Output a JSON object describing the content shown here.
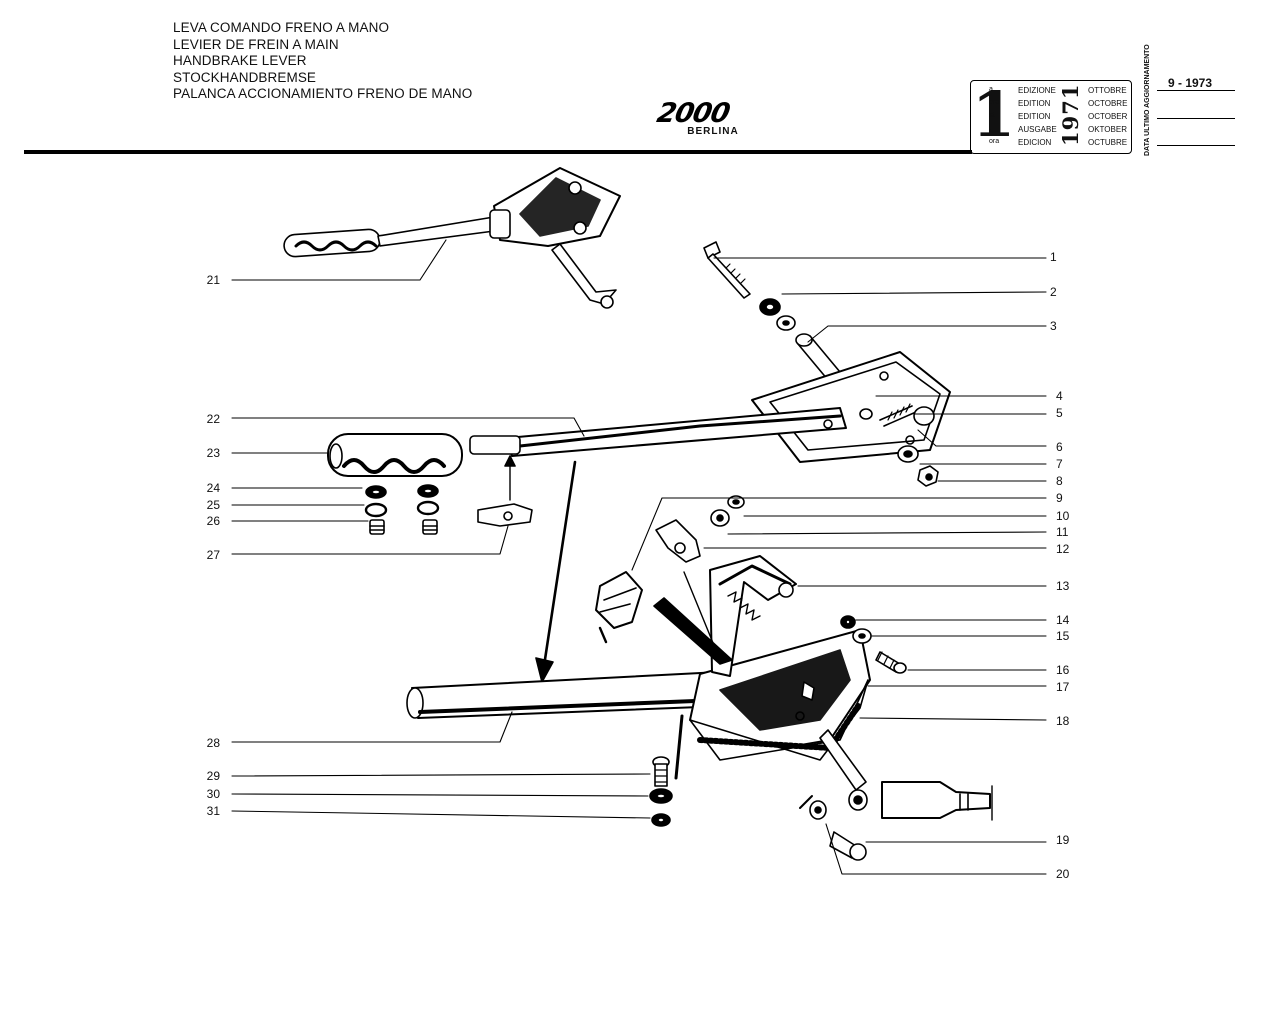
{
  "title_lines": [
    "LEVA COMANDO FRENO A MANO",
    "LEVIER DE FREIN A MAIN",
    "HANDBRAKE LEVER",
    "STOCKHANDBREMSE",
    "PALANCA ACCIONAMIENTO FRENO DE MANO"
  ],
  "model": {
    "logo": "2000",
    "subtitle": "BERLINA"
  },
  "edition": {
    "number": "1",
    "ordinals": [
      "a",
      "ere",
      "st",
      ".",
      "ora"
    ],
    "labels": [
      "EDIZIONE",
      "EDITION",
      "EDITION",
      "AUSGABE",
      "EDICION"
    ],
    "months": [
      "OTTOBRE",
      "OCTOBRE",
      "OCTOBER",
      "OKTOBER",
      "OCTUBRE"
    ],
    "year": "1971",
    "update_label": "DATA ULTIMO AGGIORNAMENTO",
    "update_date": "9 - 1973"
  },
  "part_numbers_right": [
    "1",
    "2",
    "3",
    "4",
    "5",
    "6",
    "7",
    "8",
    "9",
    "10",
    "11",
    "12",
    "13",
    "14",
    "15",
    "16",
    "17",
    "18",
    "19",
    "20"
  ],
  "part_numbers_left": [
    "21",
    "22",
    "23",
    "24",
    "25",
    "26",
    "27",
    "28",
    "29",
    "30",
    "31"
  ]
}
